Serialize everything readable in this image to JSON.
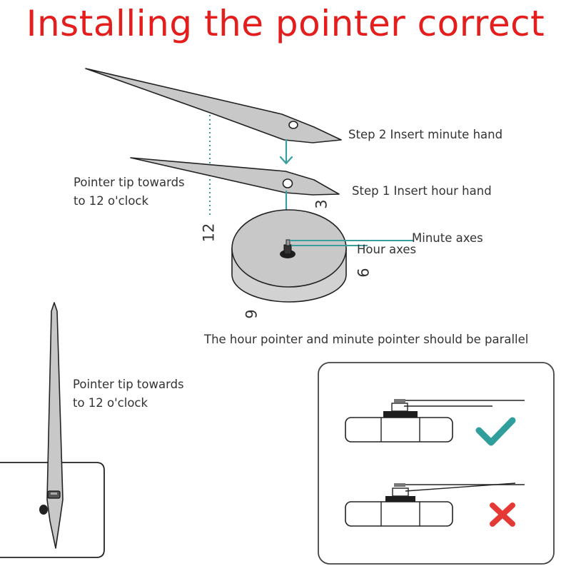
{
  "title": "Installing the pointer correct",
  "labels": {
    "step2": "Step 2 Insert minute hand",
    "step1": "Step 1 Insert hour hand",
    "tip_line1": "Pointer tip towards",
    "tip_line2": "to 12 o'clock",
    "minute_axes": "Minute axes",
    "hour_axes": "Hour axes",
    "parallel_note": "The hour pointer and minute pointer should be parallel",
    "tip2_line1": "Pointer tip towards",
    "tip2_line2": "to 12 o'clock"
  },
  "dial_numbers": {
    "twelve": "12",
    "three": "3",
    "six": "6",
    "nine": "9"
  },
  "icons": {
    "correct": "check-mark-icon",
    "wrong": "cross-mark-icon"
  },
  "colors": {
    "title": "#e41d1d",
    "arrow": "#3a9e9f",
    "check": "#2f9e9c",
    "cross": "#e53935",
    "hand_fill": "#c8c8c8"
  }
}
